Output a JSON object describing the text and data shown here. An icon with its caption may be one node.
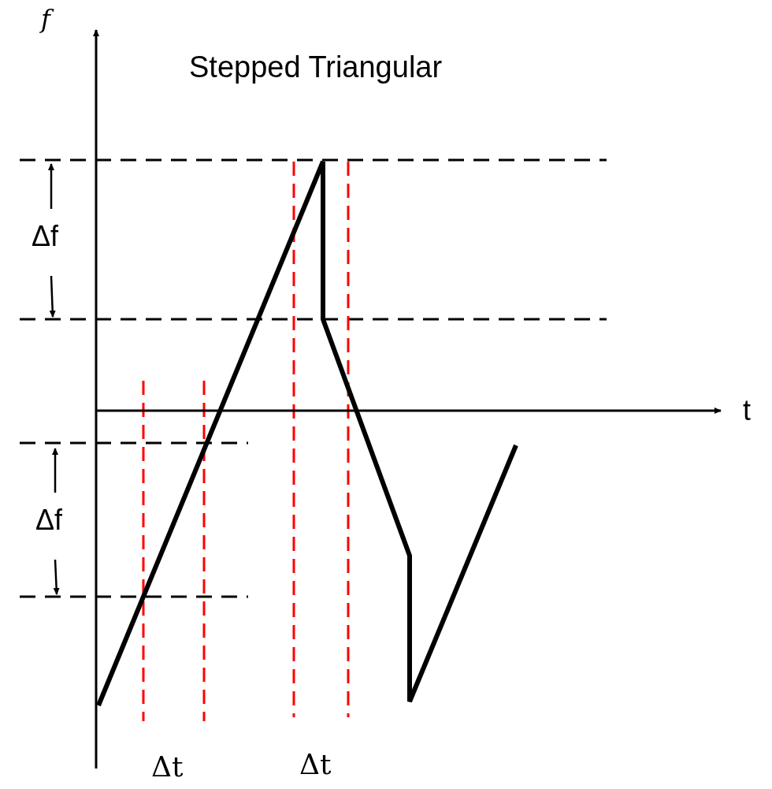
{
  "diagram": {
    "title": "Stepped Triangular",
    "labels": [
      "f",
      "Δf",
      "t",
      "Δf",
      "Δt",
      "Δt"
    ]
  }
}
